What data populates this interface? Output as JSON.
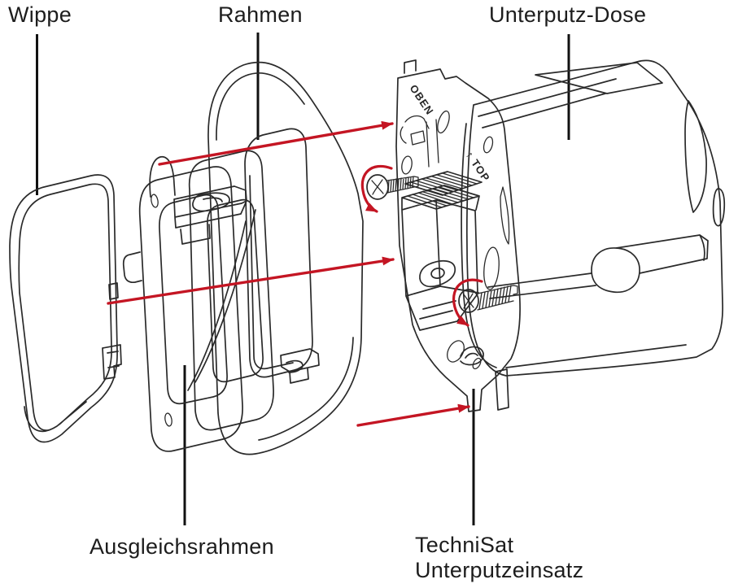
{
  "diagram": {
    "type": "exploded-assembly-drawing",
    "background": "#ffffff",
    "line_color": "#2a2a2a",
    "arrow_color": "#c41523",
    "labels": {
      "wippe": "Wippe",
      "rahmen": "Rahmen",
      "unterputz_dose": "Unterputz-Dose",
      "ausgleichsrahmen": "Ausgleichsrahmen",
      "einsatz_line1": "TechniSat",
      "einsatz_line2": "Unterputzeinsatz"
    },
    "part_markings": {
      "oben": "OBEN",
      "top": "↑ TOP"
    }
  }
}
